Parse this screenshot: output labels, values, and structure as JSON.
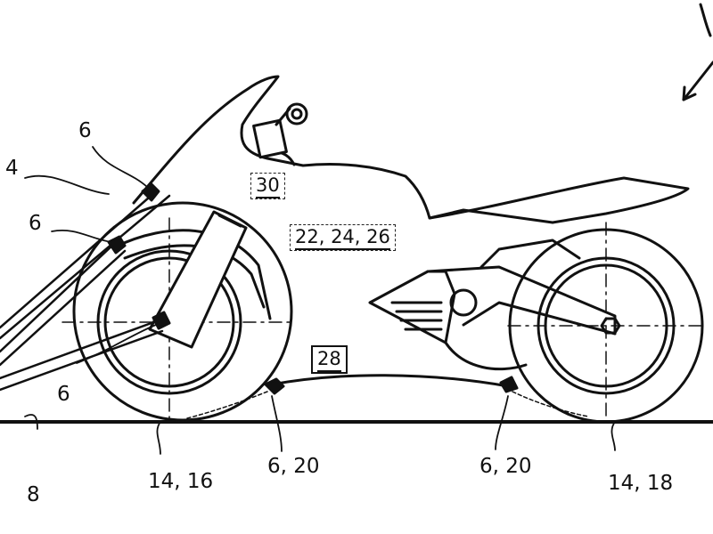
{
  "figure": {
    "reference_numerals": {
      "bike": "4",
      "sensor_top": "6",
      "sensor_mid": "6",
      "sensor_fork": "6",
      "ground": "8",
      "front_wheel": "14, 16",
      "rear_wheel": "14, 18",
      "cable_front": "6, 20",
      "cable_rear": "6, 20",
      "unit_28": "28",
      "unit_30": "30",
      "units_22_24_26": "22, 24, 26"
    },
    "colors": {
      "line": "#111111",
      "background": "#ffffff"
    }
  }
}
